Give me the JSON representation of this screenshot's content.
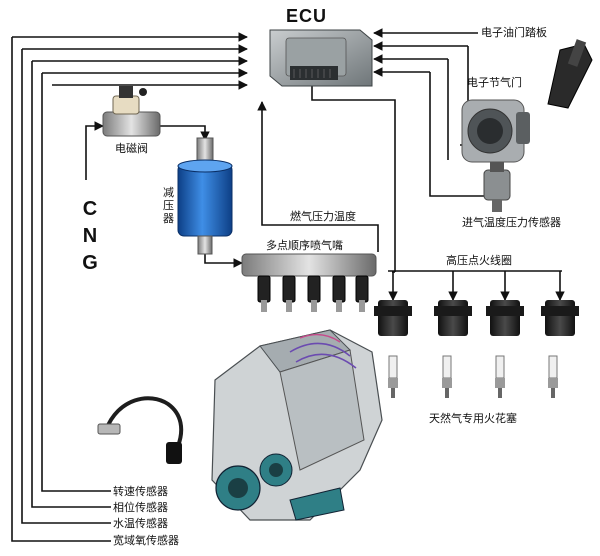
{
  "ecu_label": "ECU",
  "fuel_label": [
    "C",
    "N",
    "G"
  ],
  "components": {
    "solenoid_valve": "电磁阀",
    "pressure_reducer": "减压器",
    "gas_pressure_temp": "燃气压力温度",
    "injector_rail": "多点顺序喷气嘴",
    "accelerator_pedal": "电子油门踏板",
    "electronic_throttle": "电子节气门",
    "intake_sensor": "进气温度压力传感器",
    "ignition_coils": "高压点火线圈",
    "spark_plugs": "天然气专用火花塞"
  },
  "engine_sensors": [
    "转速传感器",
    "相位传感器",
    "水温传感器",
    "宽域氧传感器"
  ],
  "colors": {
    "line": "#111111",
    "reducer_blue": "#1c5fb8",
    "engine_teal": "#2f7f86",
    "ecu_gray": "#8e9597"
  }
}
